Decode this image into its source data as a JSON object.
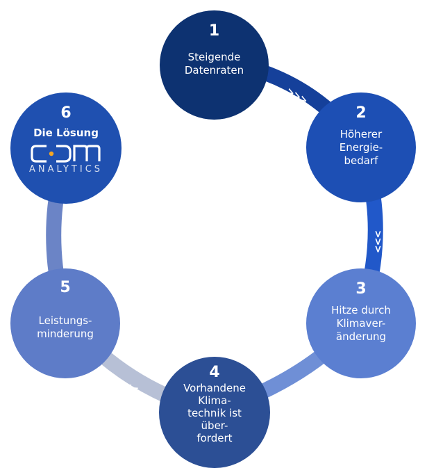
{
  "colors": {
    "step1": "#0d3271",
    "step2": "#1d4fb4",
    "step3": "#5b7fd1",
    "step4": "#2c4f95",
    "step5": "#5e7cc8",
    "step6": "#1f50b0",
    "ring12": "#15409a",
    "ring23": "#2158c9",
    "ring34": "#6f8fd6",
    "ring45": "#b7c0d6",
    "ring56": "#6b84c6",
    "logo_dot": "#f5a623"
  },
  "steps": [
    {
      "number": "1",
      "label": "Steigende\nDatenraten"
    },
    {
      "number": "2",
      "label": "Höherer\nEnergie-\nbedarf"
    },
    {
      "number": "3",
      "label": "Hitze durch\nKlimaver-\nänderung"
    },
    {
      "number": "4",
      "label": "Vorhandene\nKlima-\ntechnik ist\nüber-\nfordert"
    },
    {
      "number": "5",
      "label": "Leistungs-\nminderung"
    },
    {
      "number": "6",
      "label": "Die Lösung"
    }
  ],
  "logo": {
    "name": "ANALYTICS",
    "icon": "cdm-logo"
  },
  "arrows": {
    "a12": ">>>",
    "a23": ">>>",
    "a34": "<<<",
    "a45": "<<<",
    "a56": ">>>"
  }
}
